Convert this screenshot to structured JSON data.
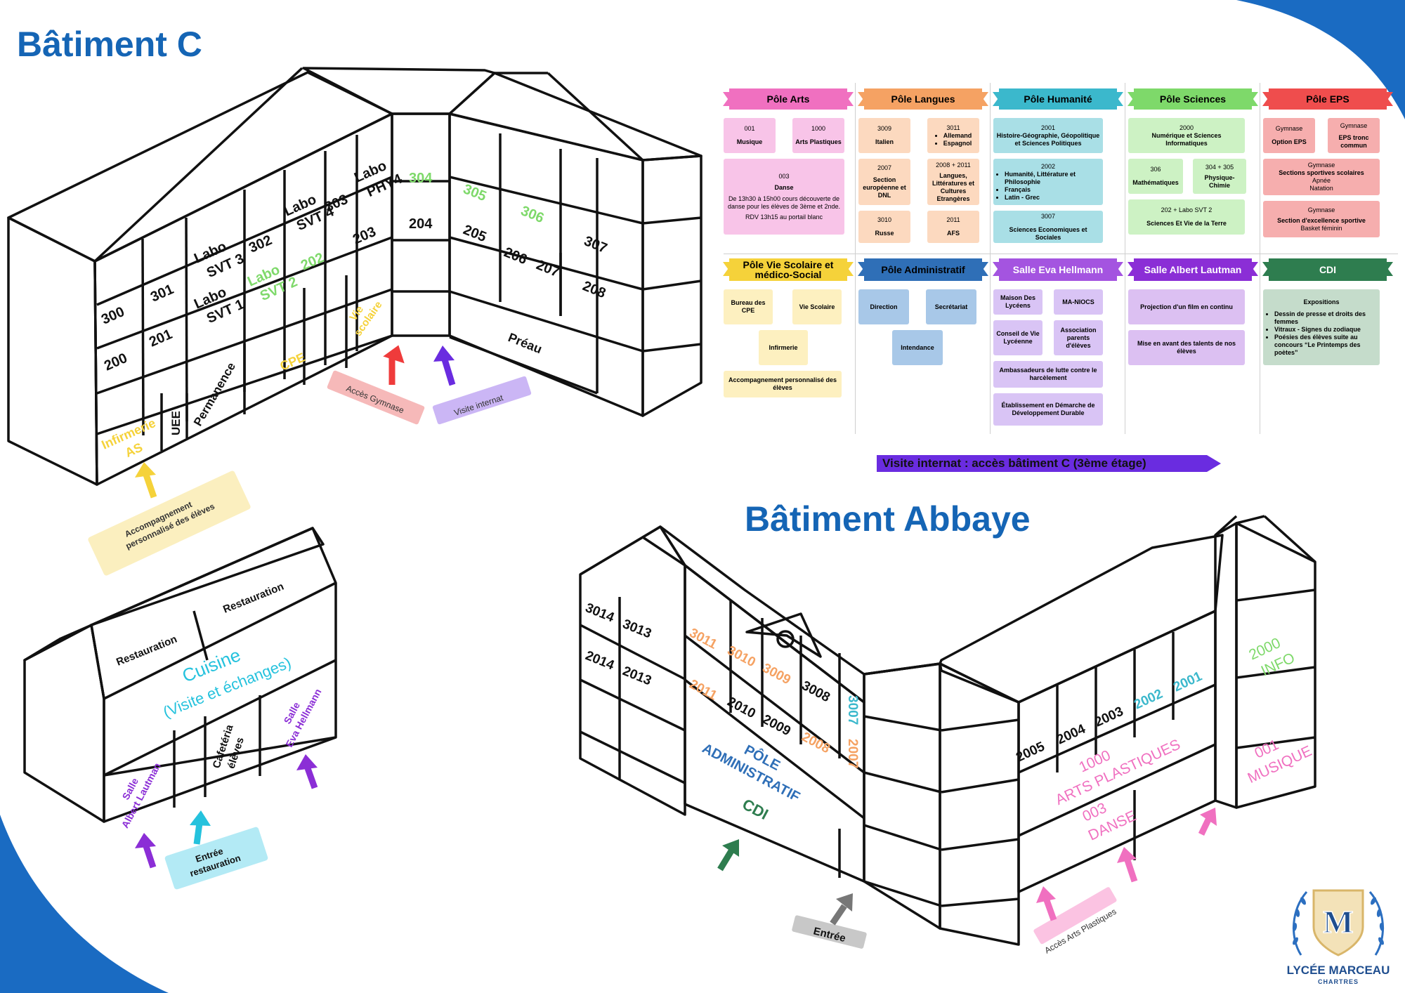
{
  "titles": {
    "batiment_c": "Bâtiment C",
    "batiment_abbaye": "Bâtiment Abbaye"
  },
  "colors": {
    "title": "#1565b5",
    "arts": "#f070c0",
    "langues": "#f5a263",
    "humanite": "#3bb8cc",
    "sciences": "#7ed96a",
    "eps": "#ef4d4d",
    "vie_scolaire": "#f5d23a",
    "administratif": "#2f6fb7",
    "eva": "#a454e0",
    "albert": "#8b2ed6",
    "cdi": "#2e7d4f"
  },
  "c_rooms": {
    "r300": "300",
    "r301": "301",
    "labo_svt3": [
      "Labo",
      "SVT 3"
    ],
    "r302": "302",
    "labo_svt4": [
      "Labo",
      "SVT 4"
    ],
    "r303": "303",
    "labo_phy4": [
      "Labo",
      "PHY4"
    ],
    "r200": "200",
    "r201": "201",
    "labo_svt1": [
      "Labo",
      "SVT 1"
    ],
    "labo_svt2": [
      "Labo",
      "SVT 2"
    ],
    "r202": "202",
    "r203": "203",
    "r304": "304",
    "r204": "204",
    "r305": "305",
    "r306": "306",
    "r307": "307",
    "r205": "205",
    "r206": "206",
    "r207": "207",
    "r208": "208",
    "infirmerie": [
      "Infirmerie",
      "AS"
    ],
    "uee": "UEE",
    "permanence": "Permanence",
    "cpe": "CPE",
    "vie_scolaire": [
      "Vie",
      "scolaire"
    ],
    "preau": "Préau"
  },
  "c_tags": {
    "acces_gymnase": "Accès Gymnase",
    "visite_internat": "Visite internat",
    "accompagnement": [
      "Accompagnement",
      "personnalisé des élèves"
    ]
  },
  "resto": {
    "restauration1": "Restauration",
    "restauration2": "Restauration",
    "cuisine": "Cuisine",
    "cuisine_sub": "(Visite et échanges)",
    "cafeteria": [
      "Cafetéria",
      "élèves"
    ],
    "eva": [
      "Salle",
      "Eva Hellmann"
    ],
    "albert": [
      "Salle",
      "Albert Lautman"
    ],
    "entree": [
      "Entrée",
      "restauration"
    ]
  },
  "abbaye": {
    "r3014": "3014",
    "r3013": "3013",
    "r2014": "2014",
    "r2013": "2013",
    "r3011": "3011",
    "r3010": "3010",
    "r3009": "3009",
    "r3008": "3008",
    "r3007": "3007",
    "r2011": "2011",
    "r2010": "2010",
    "r2009": "2009",
    "r2008": "2008",
    "r2007": "2007",
    "pole_admin": [
      "PÔLE",
      "ADMINISTRATIF"
    ],
    "cdi": "CDI",
    "r2005": "2005",
    "r2004": "2004",
    "r2003": "2003",
    "r2002": "2002",
    "r2001": "2001",
    "arts": [
      "1000",
      "ARTS PLASTIQUES"
    ],
    "danse": [
      "003",
      "DANSE"
    ],
    "info": [
      "2000",
      "INFO"
    ],
    "musique": [
      "001",
      "MUSIQUE"
    ],
    "entree": "Entrée",
    "acces_arts": "Accès Arts Plastiques"
  },
  "banner": {
    "internat": "Visite internat : accès bâtiment C (3ème étage)"
  },
  "logo": {
    "name": "LYCÉE MARCEAU",
    "city": "CHARTRES",
    "letter": "M"
  },
  "poles": {
    "arts": {
      "title": "Pôle Arts",
      "b001_num": "001",
      "b001_lbl": "Musique",
      "b1000_num": "1000",
      "b1000_lbl": "Arts Plastiques",
      "b003_num": "003",
      "b003_lbl": "Danse",
      "b003_sub": "De 13h30 à 15h00 cours découverte de danse pour les élèves de 3ème et 2nde.",
      "b003_rdv": "RDV 13h15 au portail blanc"
    },
    "langues": {
      "title": "Pôle Langues",
      "b3009_num": "3009",
      "b3009_lbl": "Italien",
      "b3011_num": "3011",
      "b3011_items": [
        "Allemand",
        "Espagnol"
      ],
      "b2007_num": "2007",
      "b2007_lbl": "Section européenne et DNL",
      "b2008_num": "2008 + 2011",
      "b2008_lbl": "Langues, Littératures et Cultures Etrangères",
      "b3010_num": "3010",
      "b3010_lbl": "Russe",
      "b2011_num": "2011",
      "b2011_lbl": "AFS"
    },
    "humanite": {
      "title": "Pôle Humanité",
      "b2001_num": "2001",
      "b2001_lbl": "Histoire-Géographie, Géopolitique et Sciences Politiques",
      "b2002_num": "2002",
      "b2002_items": [
        "Humanité, Littérature et Philosophie",
        "Français",
        "Latin - Grec"
      ],
      "b3007_num": "3007",
      "b3007_lbl": "Sciences Economiques et Sociales"
    },
    "sciences": {
      "title": "Pôle Sciences",
      "b2000_num": "2000",
      "b2000_lbl": "Numérique et Sciences Informatiques",
      "b306_num": "306",
      "b306_lbl": "Mathématiques",
      "b304_num": "304 + 305",
      "b304_lbl": "Physique-Chimie",
      "b202_num": "202  + Labo SVT 2",
      "b202_lbl": "Sciences Et Vie de la Terre"
    },
    "eps": {
      "title": "Pôle EPS",
      "g1_num": "Gymnase",
      "g1_lbl": "Option EPS",
      "g2_num": "Gymnase",
      "g2_lbl": "EPS tronc commun",
      "g3_num": "Gymnase",
      "g3_lbl": "Sections sportives scolaires",
      "g3_items": [
        "Apnée",
        "Natation"
      ],
      "g4_num": "Gymnase",
      "g4_lbl": "Section d'excellence sportive",
      "g4_sub": "Basket féminin"
    },
    "vie": {
      "title": "Pôle Vie Scolaire et médico-Social",
      "cpe": "Bureau des CPE",
      "vie": "Vie Scolaire",
      "infirmerie": "Infirmerie",
      "accomp": "Accompagnement personnalisé des élèves"
    },
    "admin": {
      "title": "Pôle Administratif",
      "direction": "Direction",
      "secretariat": "Secrétariat",
      "intendance": "Intendance"
    },
    "eva": {
      "title": "Salle Eva Hellmann",
      "mdl": "Maison Des Lycéens",
      "manios": "MA-NIOCS",
      "cvl": "Conseil de Vie Lycéenne",
      "ape": "Association parents d'élèves",
      "amb": "Ambassadeurs de lutte contre le harcèlement",
      "edd": "Établissement en Démarche de Développement Durable"
    },
    "albert": {
      "title": "Salle Albert Lautman",
      "film": "Projection d'un film en continu",
      "talents": "Mise en avant des talents de nos élèves"
    },
    "cdi": {
      "title": "CDI",
      "expo": "Expositions",
      "items": [
        "Dessin de presse et droits des femmes",
        "Vitraux - Signes du zodiaque",
        "Poésies des élèves suite au concours “Le Printemps des poètes”"
      ]
    }
  }
}
